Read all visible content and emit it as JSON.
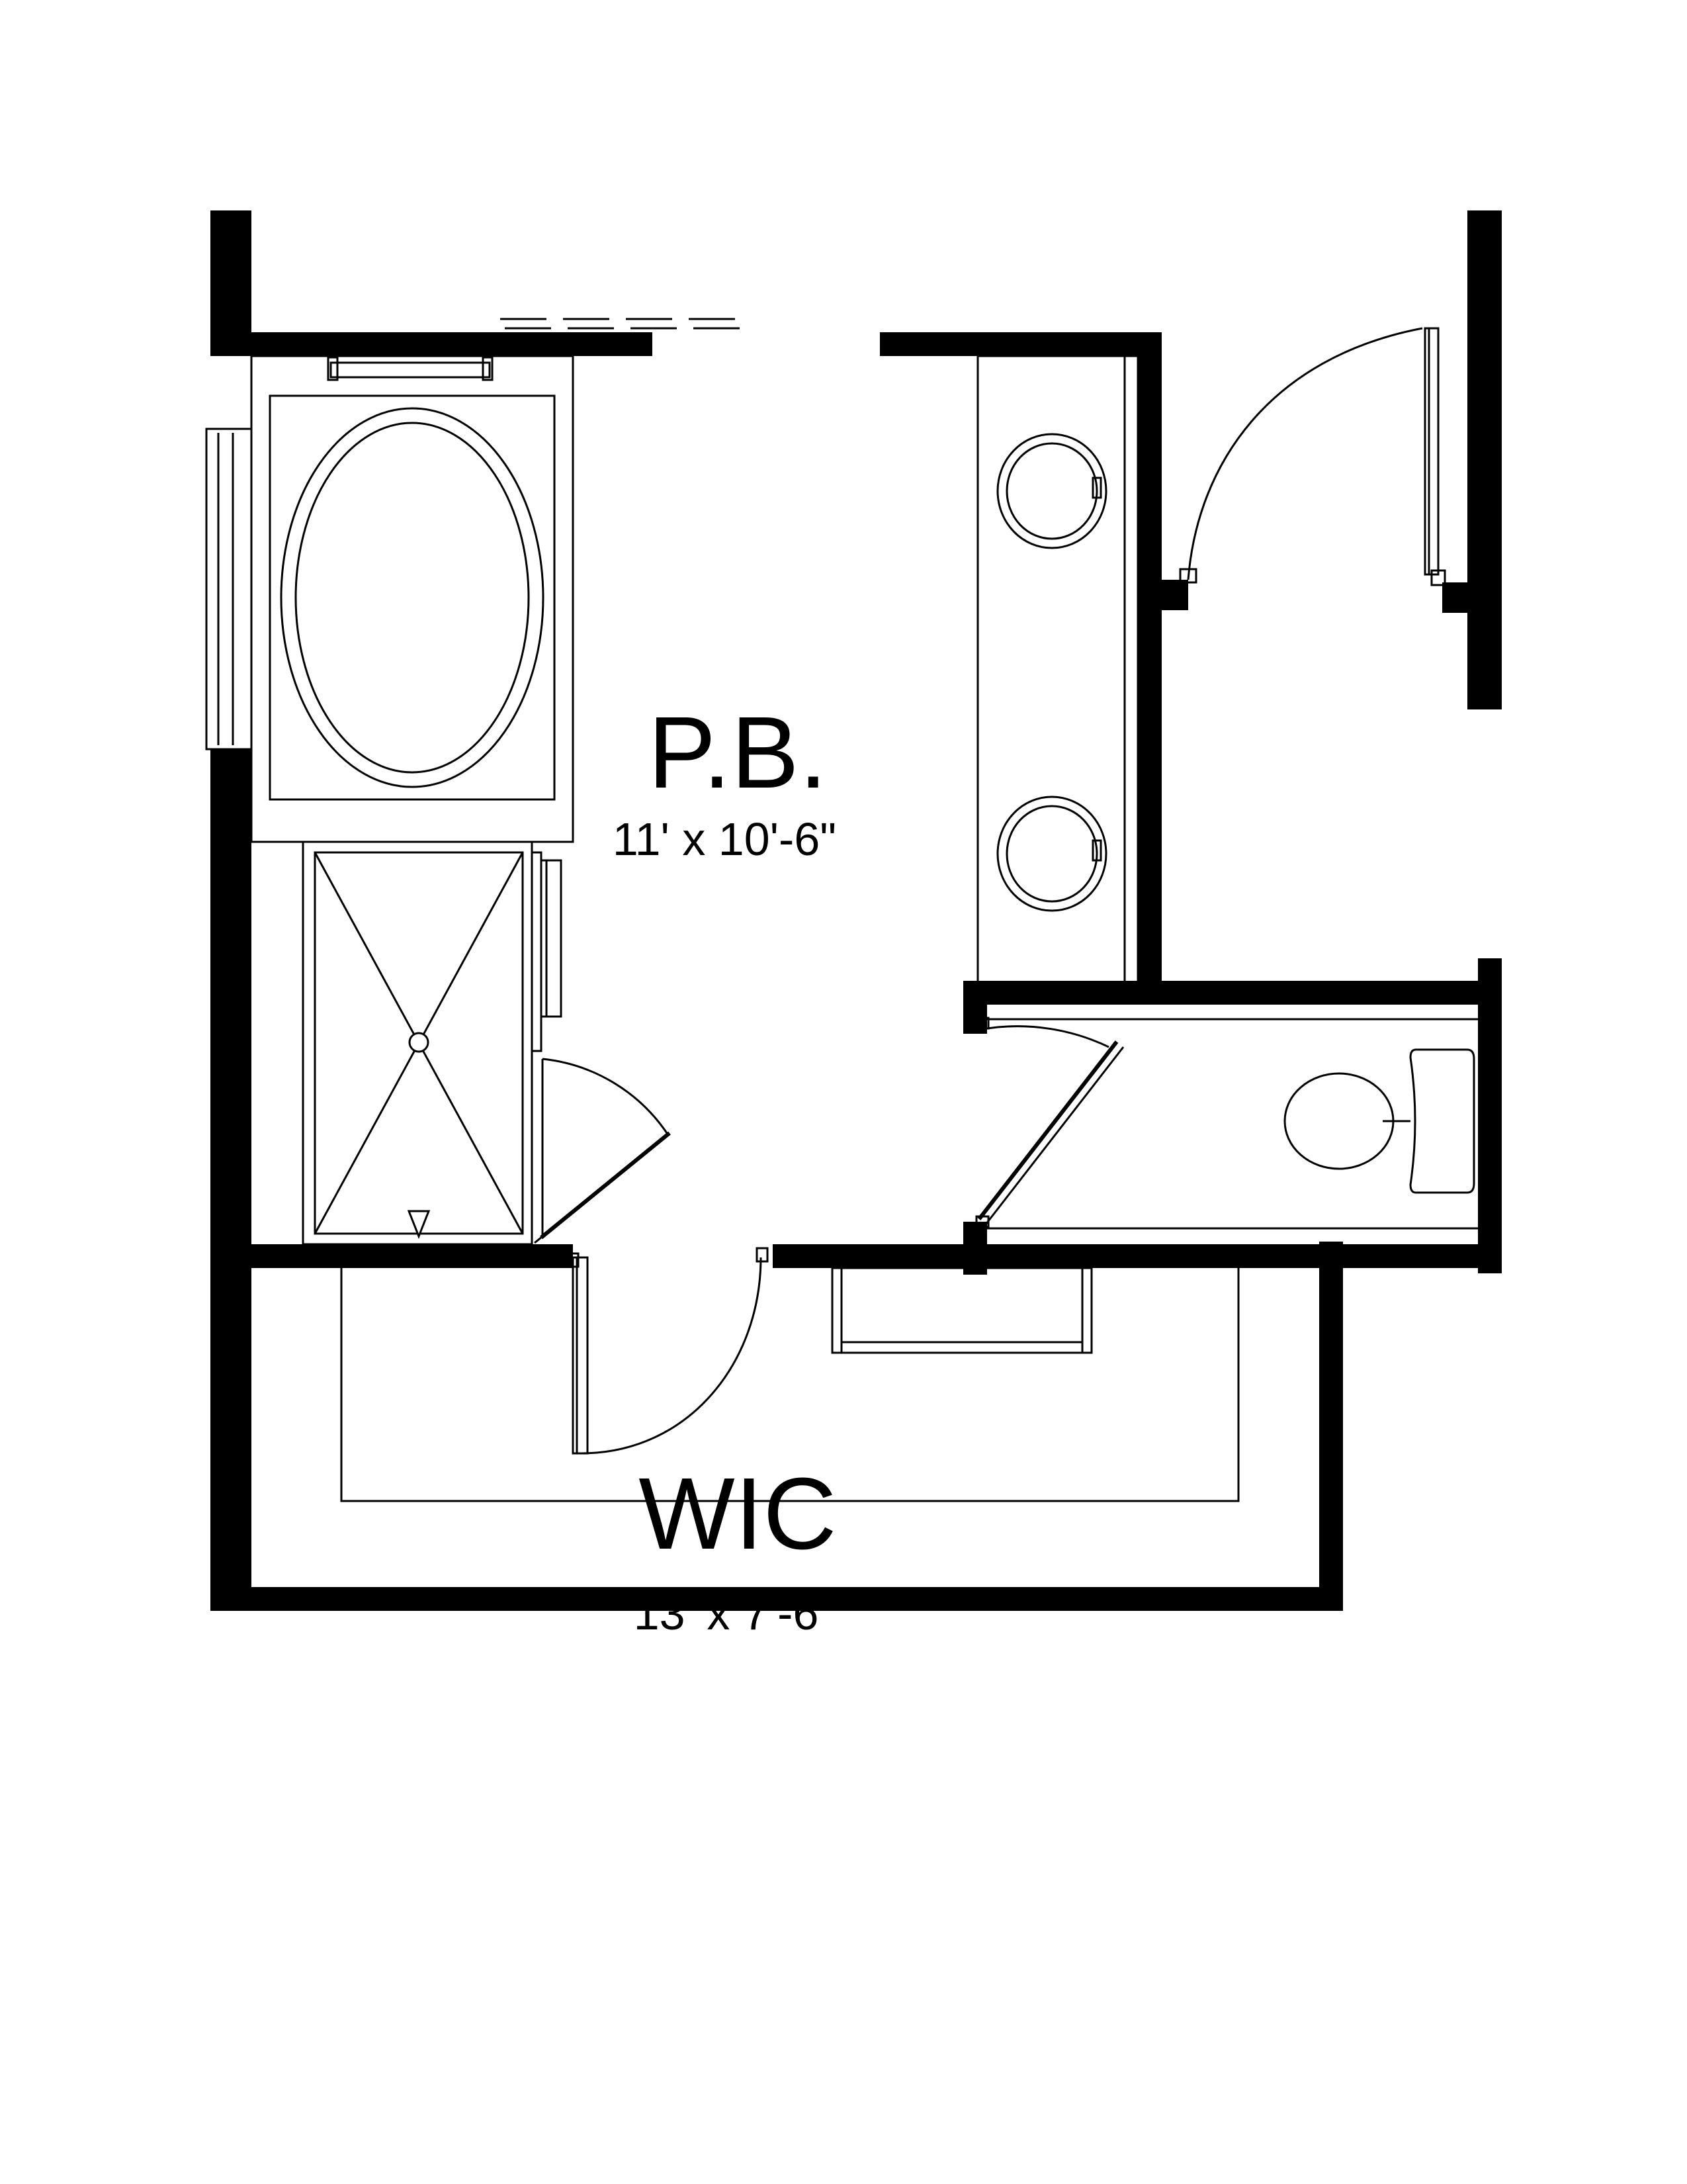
{
  "rooms": {
    "primary_bath": {
      "name": "P.B.",
      "dimensions": "11' x 10'-6\""
    },
    "walk_in_closet": {
      "name": "WIC",
      "dimensions": "13' x 7'-6\""
    }
  },
  "colors": {
    "wall": "#000000",
    "background": "#ffffff"
  }
}
